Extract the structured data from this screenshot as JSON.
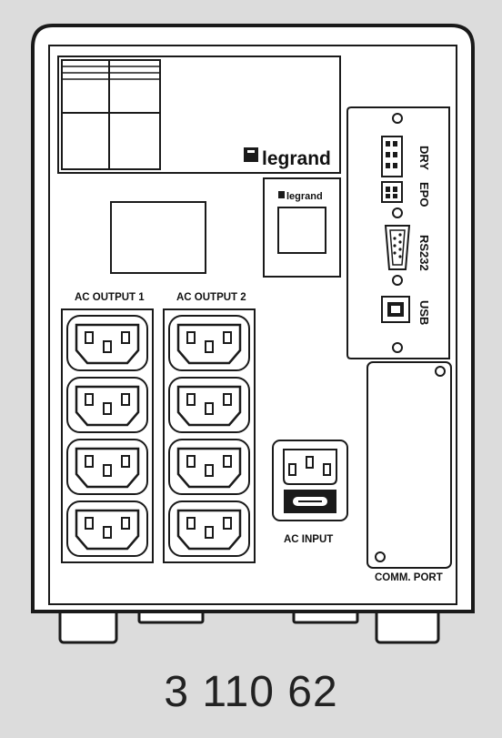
{
  "brand": {
    "logo_text": "legrand"
  },
  "labels": {
    "ac_output_1": "AC OUTPUT 1",
    "ac_output_2": "AC OUTPUT 2",
    "ac_input": "AC INPUT",
    "comm_port": "COMM.  PORT",
    "dry": "DRY",
    "epo": "EPO",
    "rs232": "RS232",
    "usb": "USB"
  },
  "product_code": "3 110 62",
  "outlets": {
    "output_1_count": 4,
    "output_2_count": 4
  },
  "colors": {
    "background": "#dcdcdc",
    "body": "#ffffff",
    "stroke": "#1a1a1a"
  }
}
